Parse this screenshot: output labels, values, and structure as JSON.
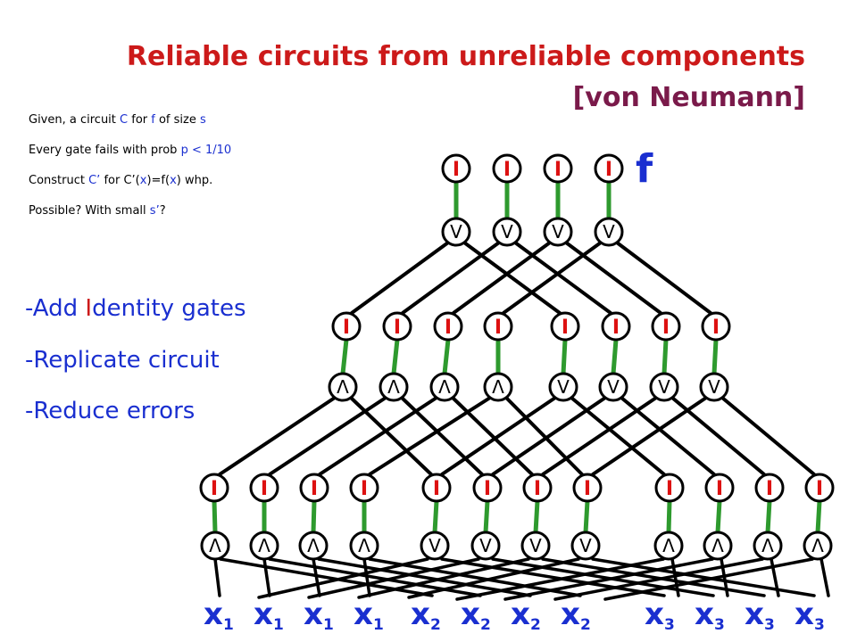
{
  "title": {
    "line1": "Reliable circuits from unreliable components",
    "line2": "[von Neumann]"
  },
  "given": {
    "line1": [
      "Given, a circuit ",
      "C",
      " for ",
      "f",
      " of size ",
      "s"
    ],
    "line2": [
      "Every gate fails with prob ",
      "p",
      " < 1/10"
    ],
    "line3": [
      "Construct ",
      "C’",
      " for C’(",
      "x",
      ")=f(",
      "x",
      ") whp."
    ],
    "line4": [
      "Possible? With small ",
      "s’",
      "?"
    ]
  },
  "steps": {
    "step1_prefix": "-Add ",
    "step1_highlight": "I",
    "step1_suffix": "dentity gates",
    "step2": "-Replicate circuit",
    "step3": "-Reduce errors"
  },
  "circuit": {
    "output_label": "f",
    "identity_label": "I",
    "or_label": "V",
    "and_label": "Λ",
    "input_letter": "x",
    "inputs": [
      "1",
      "1",
      "1",
      "1",
      "2",
      "2",
      "2",
      "2",
      "3",
      "3",
      "3",
      "3"
    ],
    "colors": {
      "wire": "#000000",
      "identity_link": "#2e9a2e",
      "identity_text": "#dd1111",
      "input_text": "#1a2fd0",
      "output_text": "#1a2fd0"
    }
  }
}
